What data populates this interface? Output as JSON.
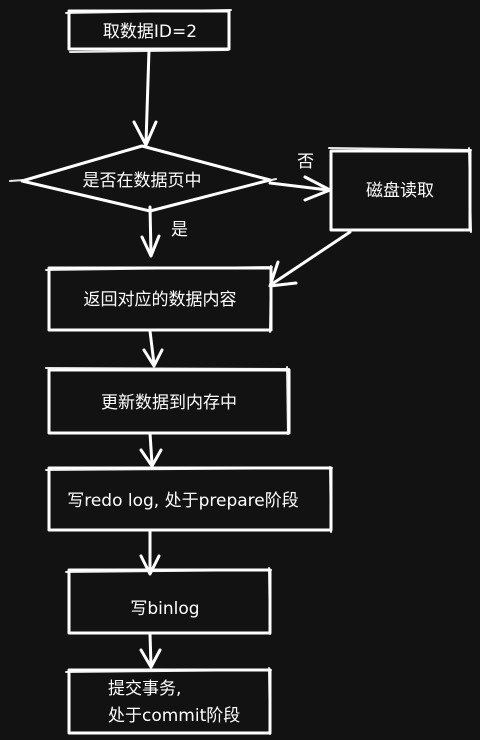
{
  "colors": {
    "background": "#121212",
    "stroke": "#ffffff",
    "text": "#ffffff"
  },
  "nodes": {
    "start": "取数据ID=2",
    "decision": "是否在数据页中",
    "disk_read": "磁盘读取",
    "return_data": "返回对应的数据内容",
    "update_memory": "更新数据到内存中",
    "write_redo": "写redo log, 处于prepare阶段",
    "write_binlog": "写binlog",
    "commit_line1": "提交事务,",
    "commit_line2": "处于commit阶段"
  },
  "edges": {
    "no_label": "否",
    "yes_label": "是"
  }
}
